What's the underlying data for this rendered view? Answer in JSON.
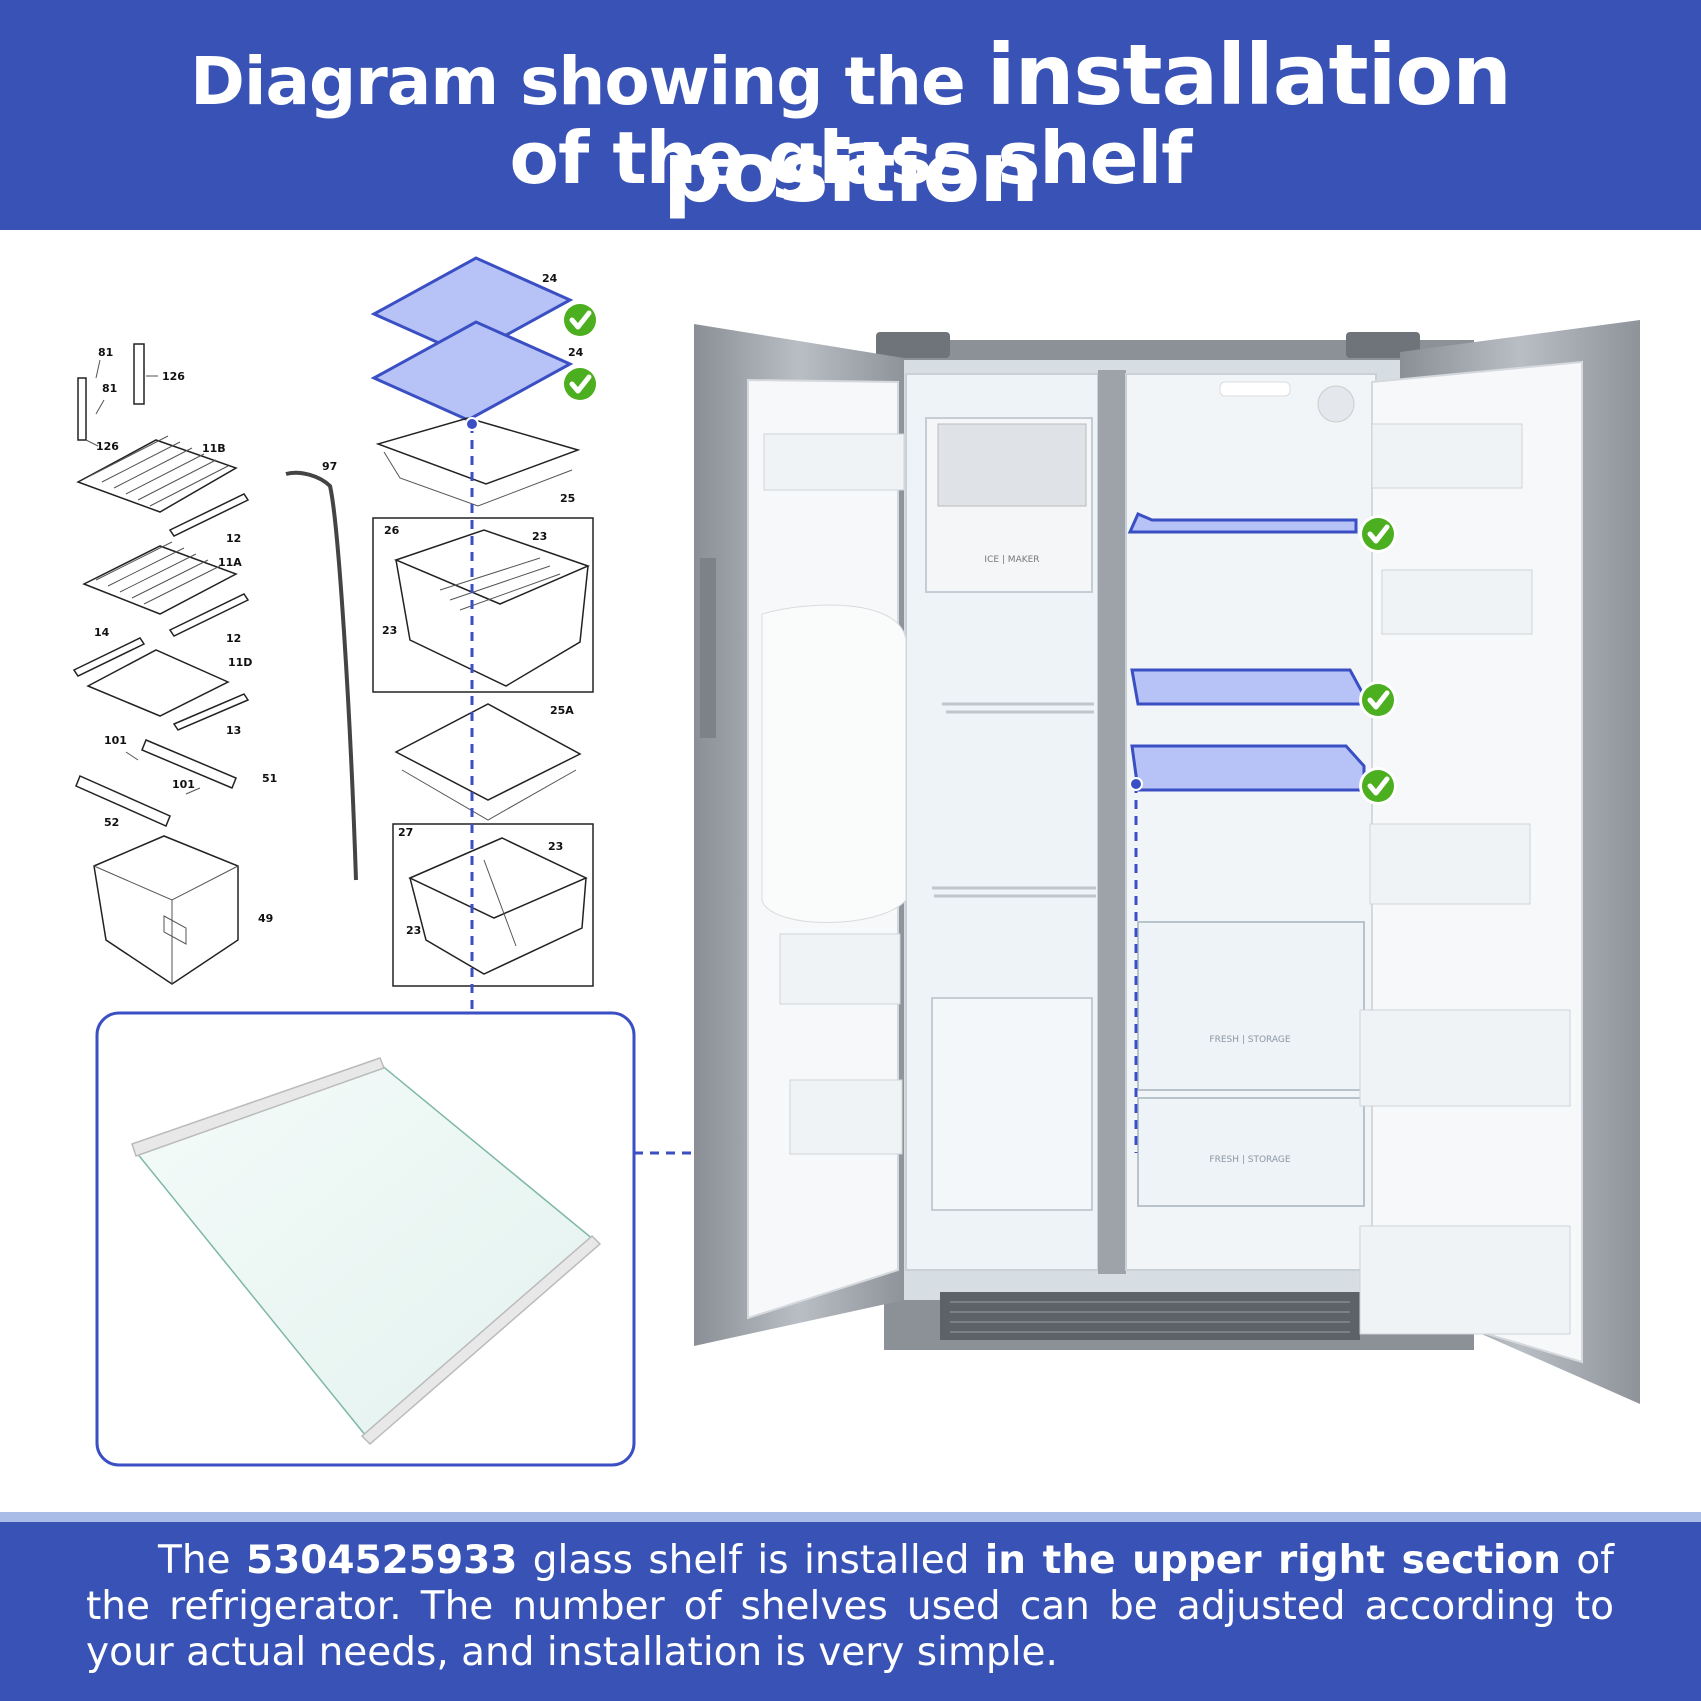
{
  "header": {
    "title_part1": "Diagram showing the ",
    "title_part2": "installation position",
    "title_line2": "of the glass shelf"
  },
  "parts_diagram": {
    "labels": [
      "81",
      "126",
      "81",
      "126",
      "11B",
      "12",
      "11A",
      "12",
      "14",
      "11D",
      "13",
      "101",
      "51",
      "101",
      "52",
      "49",
      "97",
      "24",
      "24",
      "25",
      "26",
      "23",
      "23",
      "25A",
      "27",
      "23",
      "23"
    ]
  },
  "fridge_labels": {
    "ice_maker": "ICE | MAKER",
    "fresh_storage_1": "FRESH | STORAGE",
    "fresh_storage_2": "FRESH | STORAGE"
  },
  "description": {
    "intro": "The ",
    "part_number": "5304525933",
    "middle": " glass shelf is installed ",
    "location": "in the upper right section",
    "ending": " of the refrigerator. The number of shelves used can be adjusted according to your actual needs, and installation is very simple."
  },
  "colors": {
    "banner": "#3853b5",
    "highlight": "#3a4fc4",
    "check": "#4caf1f"
  }
}
